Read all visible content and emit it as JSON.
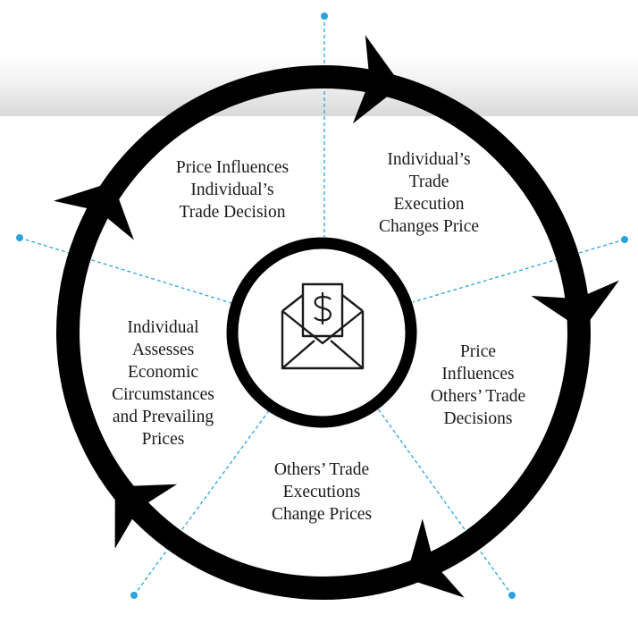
{
  "stages": [
    {
      "label": "Price Influences\nIndividual’s\nTrade Decision"
    },
    {
      "label": "Individual’s\nTrade\nExecution\nChanges Price"
    },
    {
      "label": "Price\nInfluences\nOthers’ Trade\nDecisions"
    },
    {
      "label": "Others’ Trade\nExecutions\nChange Prices"
    },
    {
      "label": "Individual\nAssesses\nEconomic\nCircumstances\nand Prevailing\nPrices"
    }
  ],
  "center_icon": "envelope-dollar-icon",
  "colors": {
    "ring": "#000000",
    "divider": "#2aa3e0",
    "text": "#1a1a1a",
    "banner": "#d9d9d9"
  }
}
